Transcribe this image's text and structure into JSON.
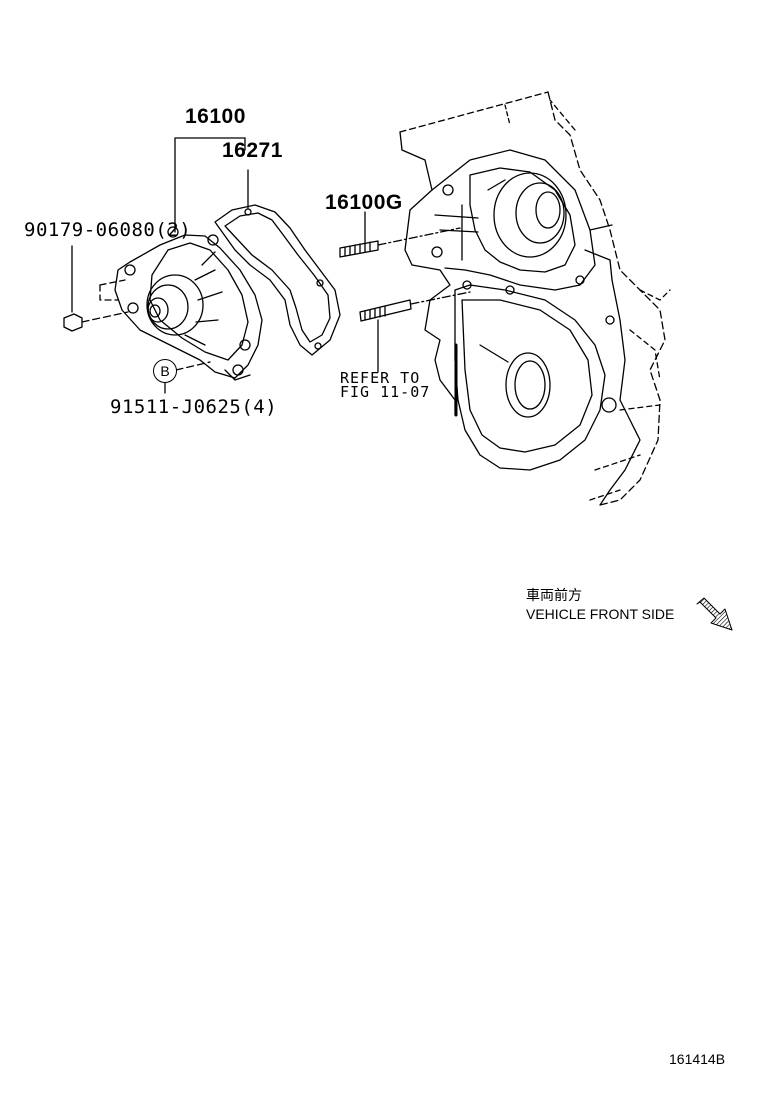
{
  "labels": {
    "water_pump_assy": "16100",
    "gasket": "16271",
    "bolt": "90179-06080(2)",
    "stud_kit": "16100G",
    "stud_bolt": "91511-J0625(4)",
    "ref_badge": "B",
    "refer_line1": "REFER TO",
    "refer_line2": "FIG 11-07"
  },
  "direction": {
    "japanese": "車両前方",
    "english": "VEHICLE FRONT SIDE"
  },
  "diagram_code": "161414B"
}
